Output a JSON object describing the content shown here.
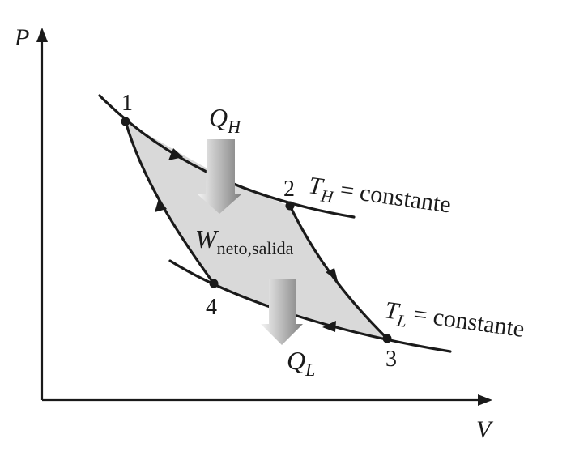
{
  "axes": {
    "y_label": "P",
    "x_label": "V"
  },
  "states": {
    "s1": "1",
    "s2": "2",
    "s3": "3",
    "s4": "4"
  },
  "heat": {
    "in_symbol": "Q",
    "in_subscript": "H",
    "out_symbol": "Q",
    "out_subscript": "L"
  },
  "work": {
    "symbol": "W",
    "subscript": "neto,salida"
  },
  "isotherms": {
    "high": {
      "symbol": "T",
      "subscript": "H",
      "text": " = constante"
    },
    "low": {
      "symbol": "T",
      "subscript": "L",
      "text": " = constante"
    }
  },
  "colors": {
    "line": "#1a1a1a",
    "cycle_fill": "#d9d9d9",
    "heat_arrow_light": "#f4f4f4",
    "heat_arrow_dark": "#8a8a8a"
  }
}
